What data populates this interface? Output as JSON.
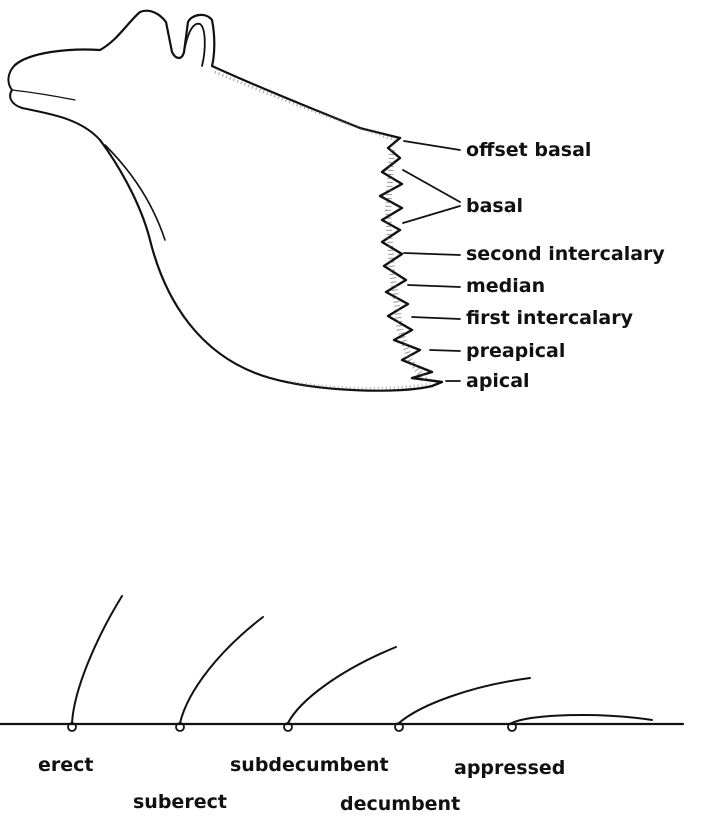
{
  "mandible_labels": [
    "offset basal",
    "basal",
    "second intercalary",
    "median",
    "first intercalary",
    "preapical",
    "apical"
  ],
  "hair_labels": [
    "erect",
    "suberect",
    "subdecumbent",
    "decumbent",
    "appressed"
  ],
  "colors": {
    "ink": "#111111",
    "background": "#ffffff"
  }
}
